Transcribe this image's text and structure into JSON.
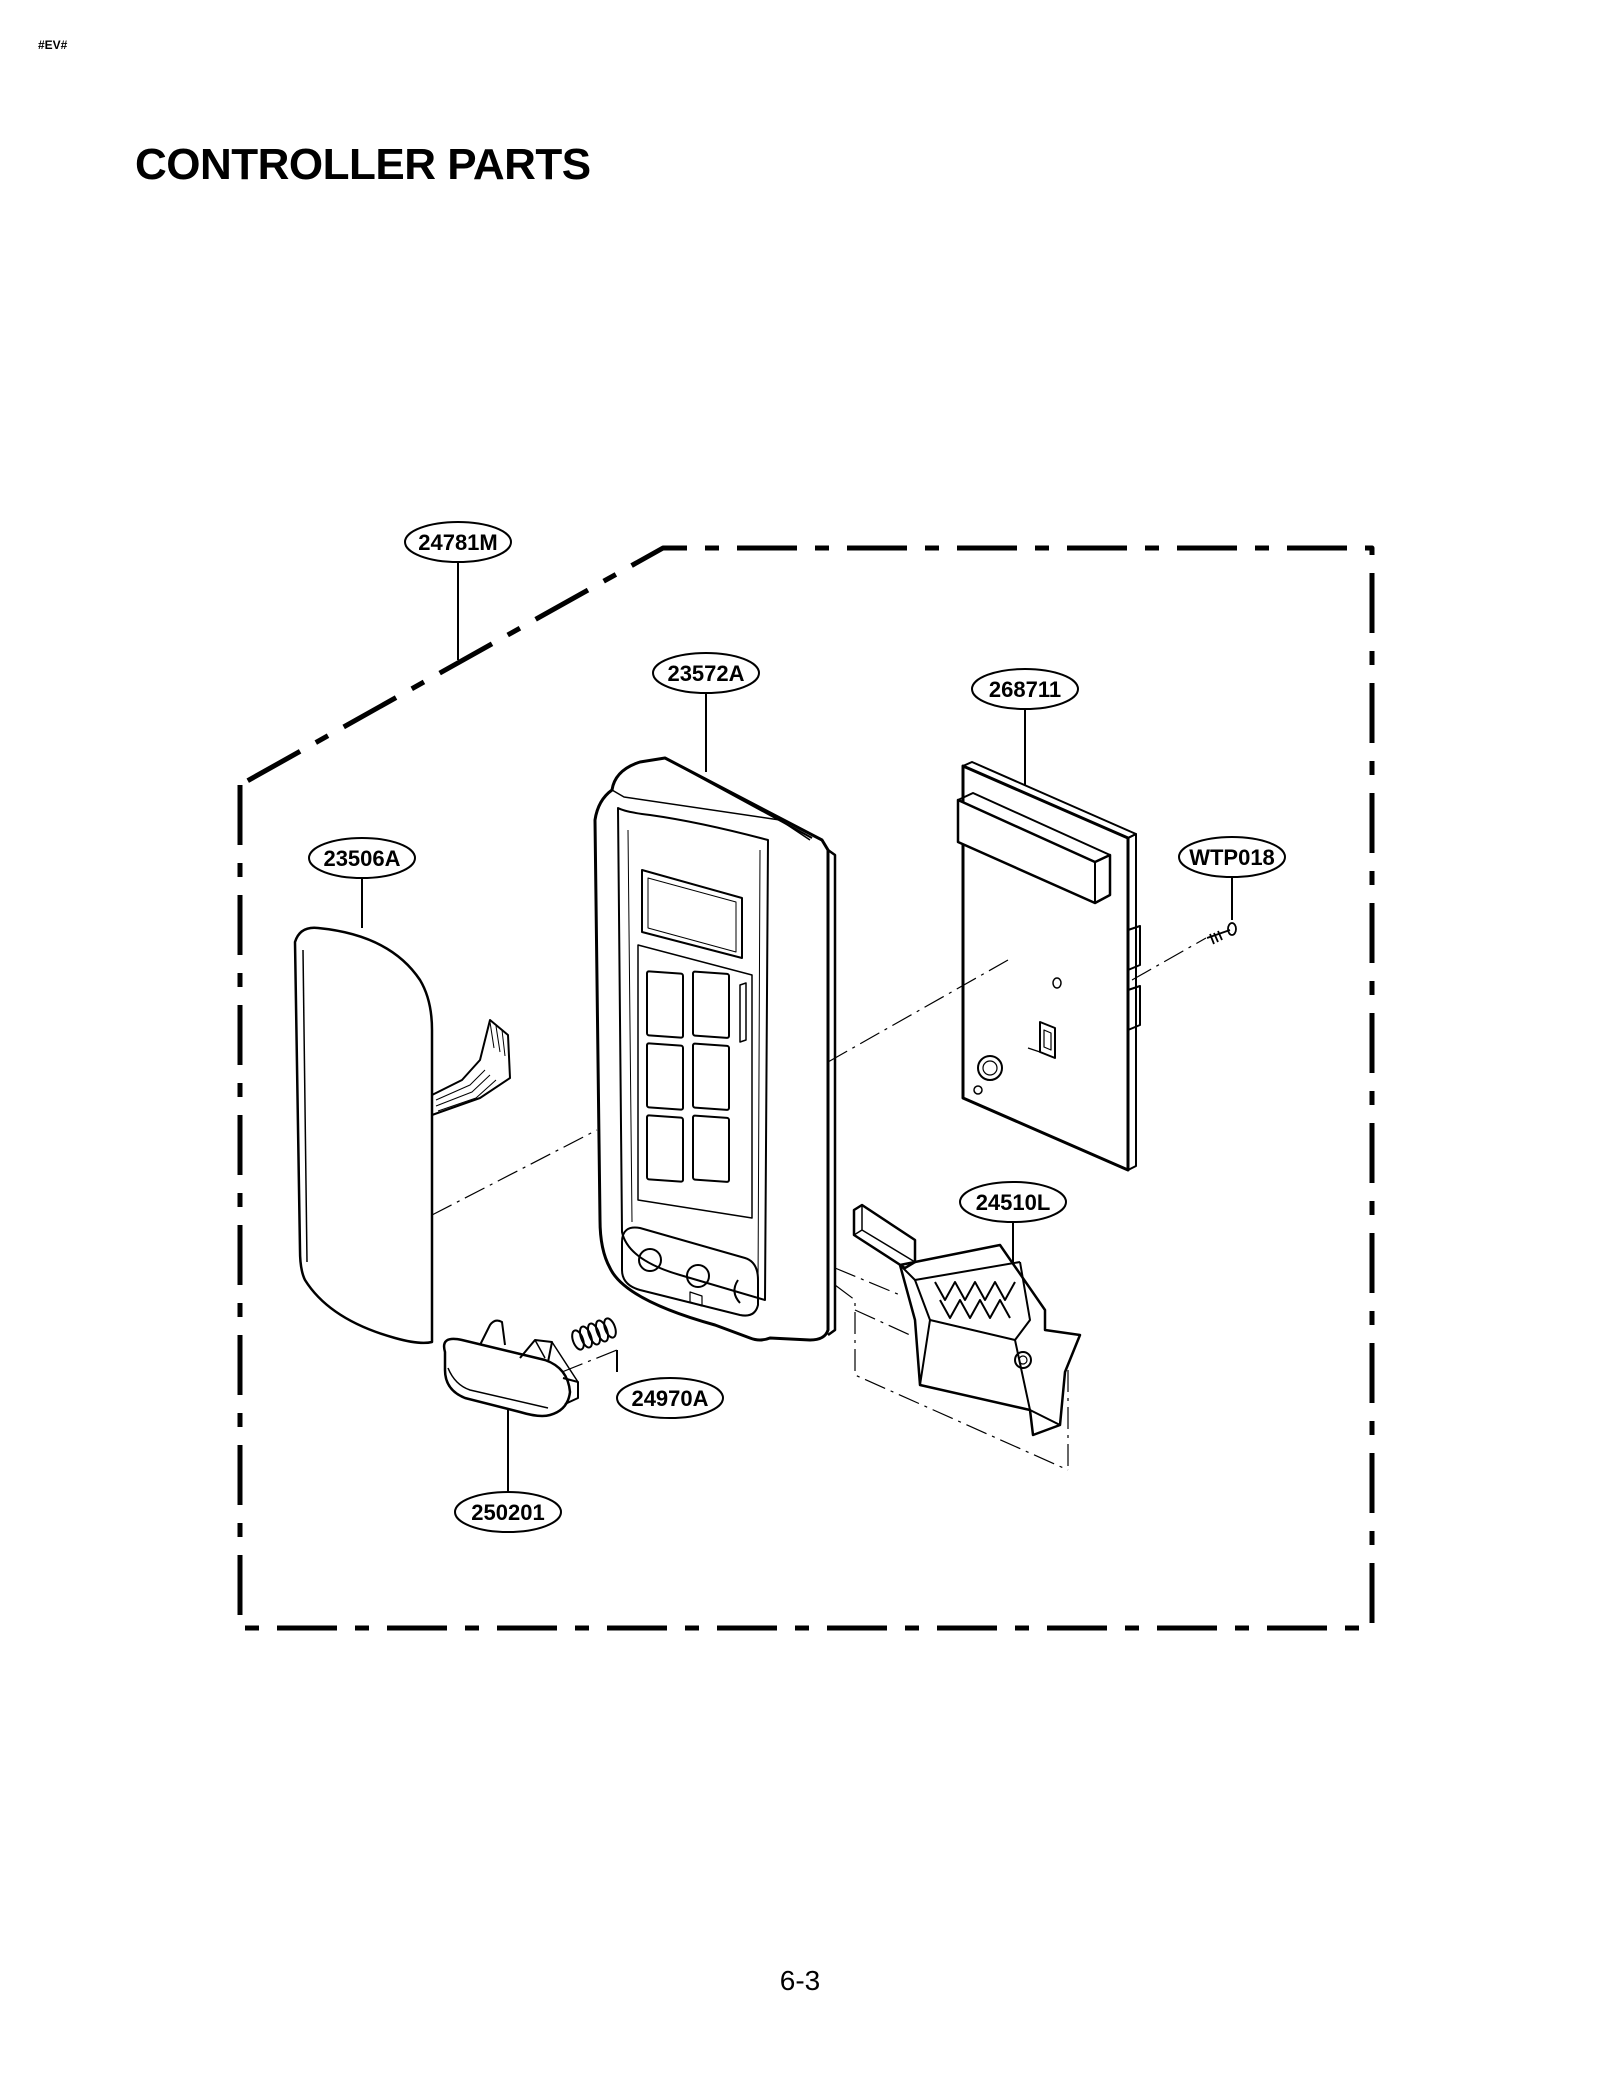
{
  "header": {
    "code": "#EV#",
    "title": "CONTROLLER PARTS"
  },
  "footer": {
    "page": "6-3"
  },
  "parts": [
    {
      "id": "24781M",
      "name": "controller-assembly"
    },
    {
      "id": "23572A",
      "name": "controller-frame"
    },
    {
      "id": "268711",
      "name": "pcb-assembly"
    },
    {
      "id": "23506A",
      "name": "membrane-keypad"
    },
    {
      "id": "WTP018",
      "name": "screw"
    },
    {
      "id": "24510L",
      "name": "door-lever-assembly"
    },
    {
      "id": "24970A",
      "name": "spring"
    },
    {
      "id": "250201",
      "name": "door-button"
    }
  ]
}
